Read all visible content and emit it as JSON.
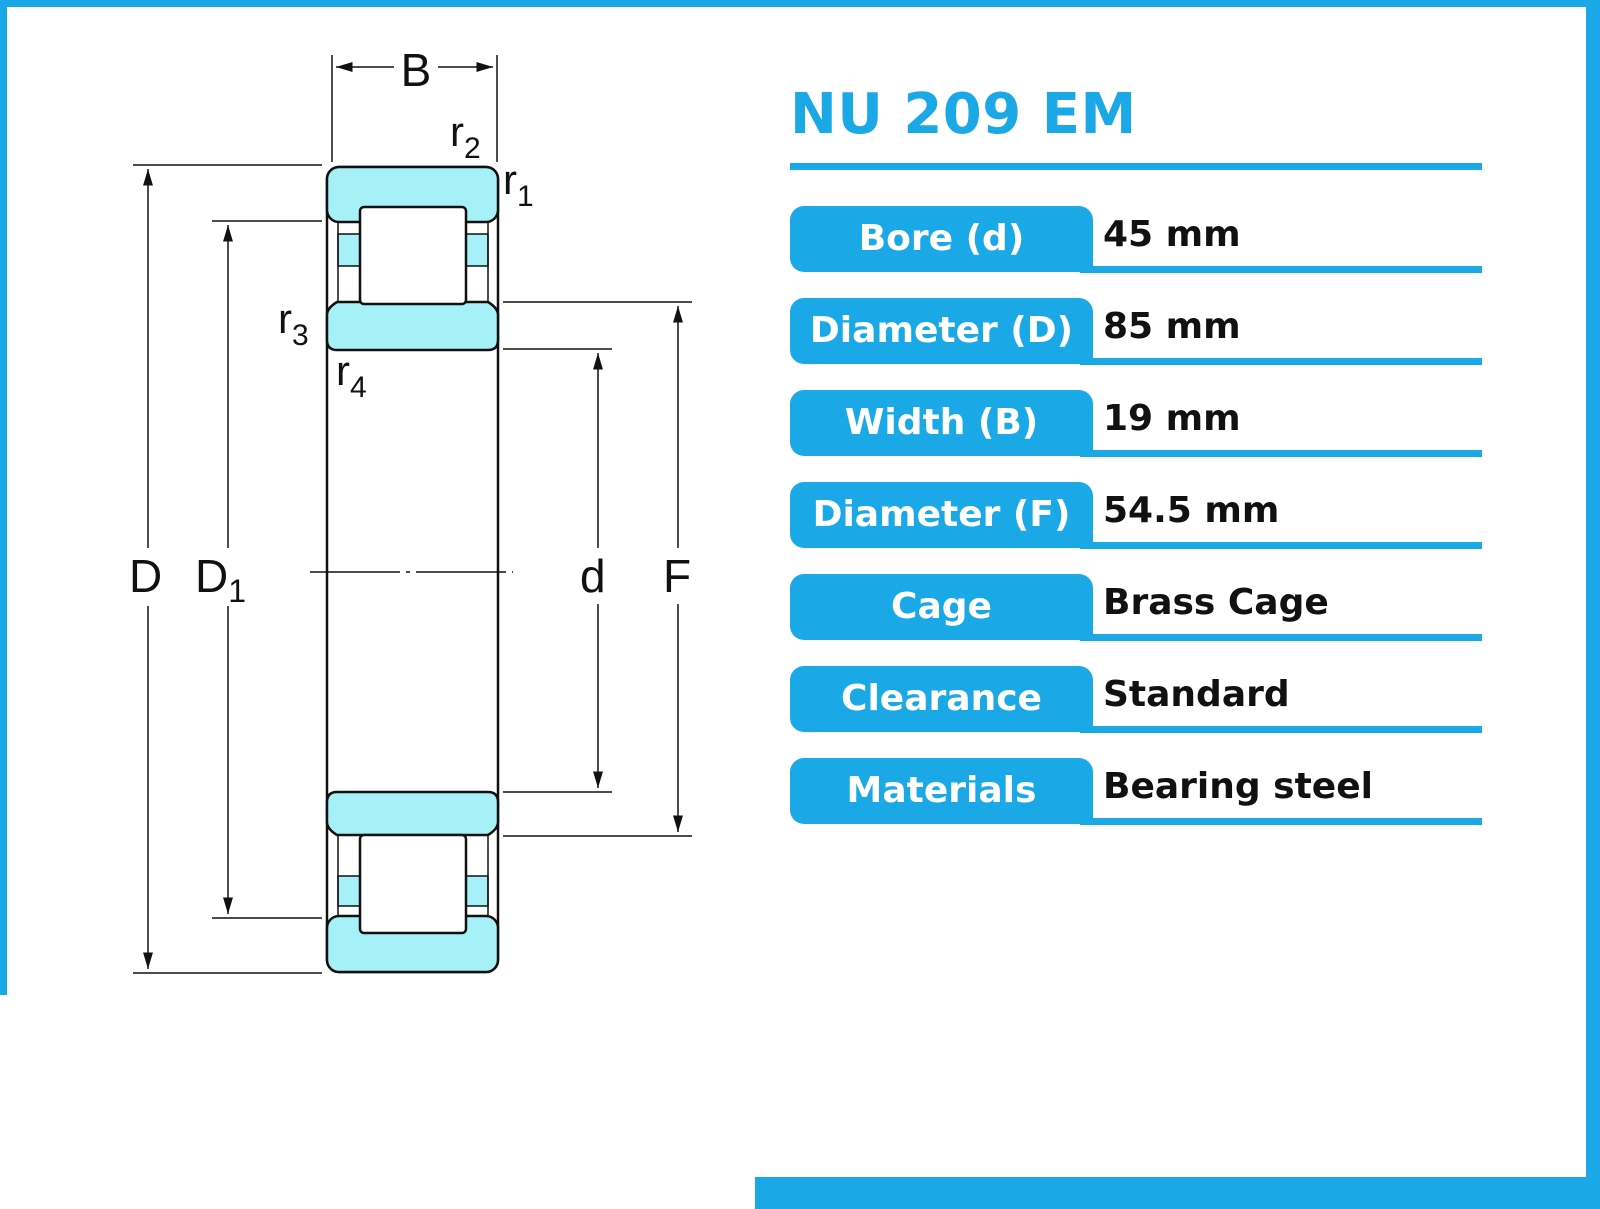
{
  "product": {
    "name": "NU 209 EM"
  },
  "specs": [
    {
      "label": "Bore (d)",
      "value": "45 mm"
    },
    {
      "label": "Diameter (D)",
      "value": "85 mm"
    },
    {
      "label": "Width (B)",
      "value": "19 mm"
    },
    {
      "label": "Diameter (F)",
      "value": "54.5 mm"
    },
    {
      "label": "Cage",
      "value": "Brass Cage"
    },
    {
      "label": "Clearance",
      "value": "Standard"
    },
    {
      "label": "Materials",
      "value": "Bearing steel"
    }
  ],
  "diagram": {
    "labels": {
      "B": "B",
      "D": "D",
      "D1_base": "D",
      "D1_sub": "1",
      "d": "d",
      "F": "F",
      "r1_base": "r",
      "r1_sub": "1",
      "r2_base": "r",
      "r2_sub": "2",
      "r3_base": "r",
      "r3_sub": "3",
      "r4_base": "r",
      "r4_sub": "4"
    }
  },
  "colors": {
    "accent": "#1aa9e6",
    "bearing_fill": "#a6f0f7",
    "line": "#111111"
  }
}
